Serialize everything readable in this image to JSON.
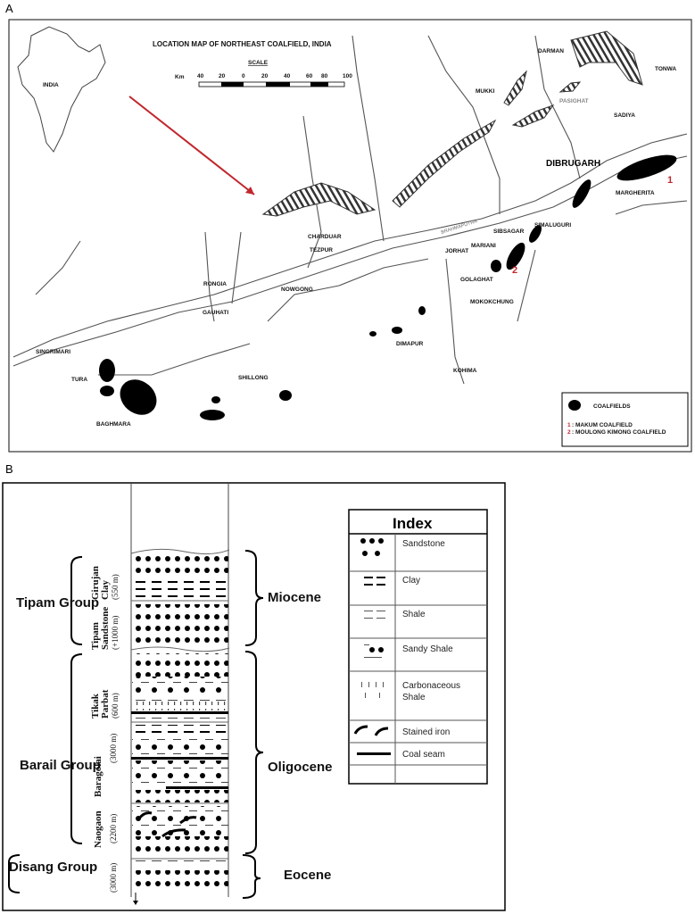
{
  "panels": {
    "a_label": "A",
    "b_label": "B"
  },
  "map": {
    "title": "LOCATION MAP OF NORTHEAST COALFIELD, INDIA",
    "inset_label": "INDIA",
    "scale": {
      "title": "SCALE",
      "unit": "Km",
      "ticks": [
        "40",
        "20",
        "0",
        "20",
        "40",
        "60",
        "80",
        "100"
      ]
    },
    "places": [
      "DARMAN",
      "TONWA",
      "MUKKI",
      "PASIGHAT",
      "SADIYA",
      "DIBRUGARH",
      "MARGHERITA",
      "BRAHMAPUTRA",
      "SIBSAGAR",
      "SIMALUGURI",
      "JORHAT",
      "MARIANI",
      "GOLAGHAT",
      "MOKOKCHUNG",
      "CHARDUAR",
      "TEZPUR",
      "RONGIA",
      "NOWGONG",
      "GAUHATI",
      "SINGRIMARI",
      "TURA",
      "BAGHMARA",
      "SHILLONG",
      "DIMAPUR",
      "KOHIMA"
    ],
    "markers": [
      "1",
      "2"
    ],
    "legend": {
      "title": "COALFIELDS",
      "items": [
        {
          "num": "1",
          "label": ": MAKUM COALFIELD"
        },
        {
          "num": "2",
          "label": ": MOULONG KIMONG COALFIELD"
        }
      ]
    },
    "colors": {
      "arrow": "#c0272d",
      "marker": "#c0272d"
    }
  },
  "column": {
    "groups": [
      "Tipam Group",
      "Barail Group",
      "Disang Group"
    ],
    "epochs": [
      "Miocene",
      "Oligocene",
      "Eocene"
    ],
    "formations": [
      {
        "name1": "Girujan",
        "name2": "Clay",
        "thick": "(550 m)"
      },
      {
        "name1": "Tipam",
        "name2": "Sandstone",
        "thick": "(+1000 m)"
      },
      {
        "name1": "Tikak",
        "name2": "Parbat",
        "thick": "(600 m)"
      },
      {
        "name1": "Baragolai",
        "name2": "",
        "thick": "(3000 m)"
      },
      {
        "name1": "Naogaon",
        "name2": "",
        "thick": "(2200 m)"
      },
      {
        "name1": "",
        "name2": "",
        "thick": "(3000 m)"
      }
    ]
  },
  "index": {
    "title": "Index",
    "items": [
      "Sandstone",
      "Clay",
      "Shale",
      "Sandy Shale",
      "Carbonaceous",
      "Shale",
      "Stained iron",
      "Coal seam"
    ]
  }
}
